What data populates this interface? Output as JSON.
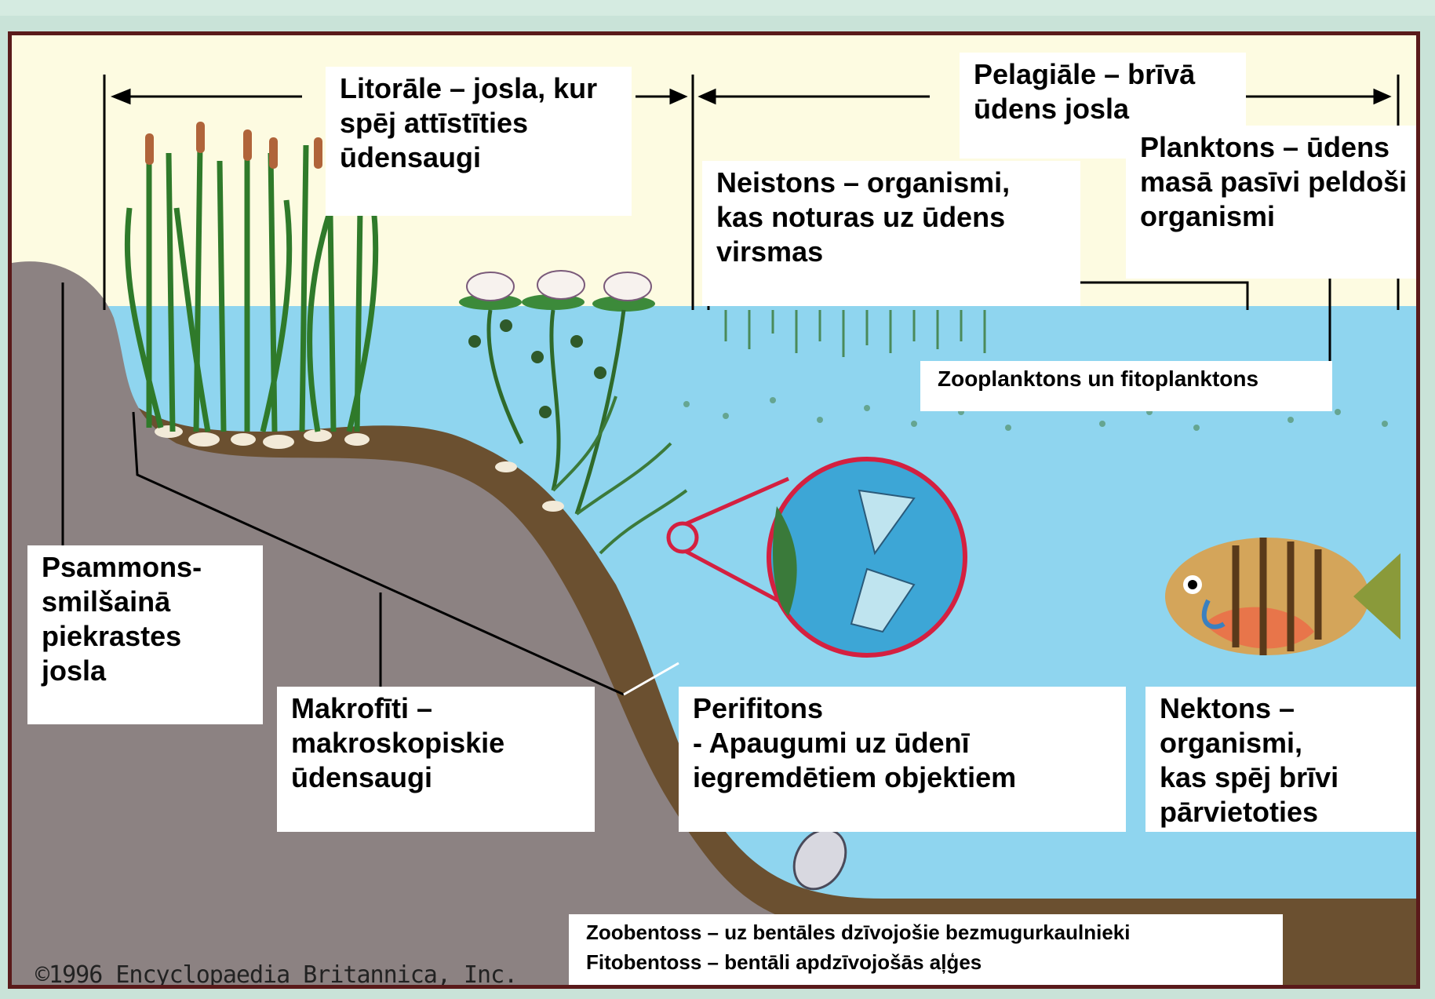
{
  "labels": {
    "litorale": "Litorāle – josla, kur\nspēj attīstīties\nūdensaugi",
    "pelagiale": "Pelagiāle – brīvā\nūdens  josla",
    "planktons": "Planktons – ūdens\nmasā pasīvi peldoši\norganismi",
    "neistons": "Neistons – organismi,\nkas noturas uz ūdens\nvirsmas",
    "zooplanktons": "Zooplanktons un fitoplanktons",
    "psammons": "Psammons-\nsmilšainā\npiekrastes\njosla",
    "makrofiti": "Makrofīti –\nmakroskopiskie\nūdensaugi",
    "perifitons": "Perifitons\n- Apaugumi uz ūdenī\niegremdētiem  objektiem",
    "nektons": "Nektons – organismi,\nkas spēj brīvi\npārvietoties",
    "bentoss": "Zoobentoss – uz bentāles dzīvojošie bezmugurkaulnieki\nFitobentoss – bentāli apdzīvojošās aļģes"
  },
  "copyright": "©1996 Encyclopaedia Britannica, Inc.",
  "colors": {
    "frame": "#5a1a1a",
    "sky": "#fdfbe1",
    "water": "#8fd5ef",
    "land": "#8c8282",
    "sediment": "#6b5030",
    "callout": "#d42040"
  }
}
